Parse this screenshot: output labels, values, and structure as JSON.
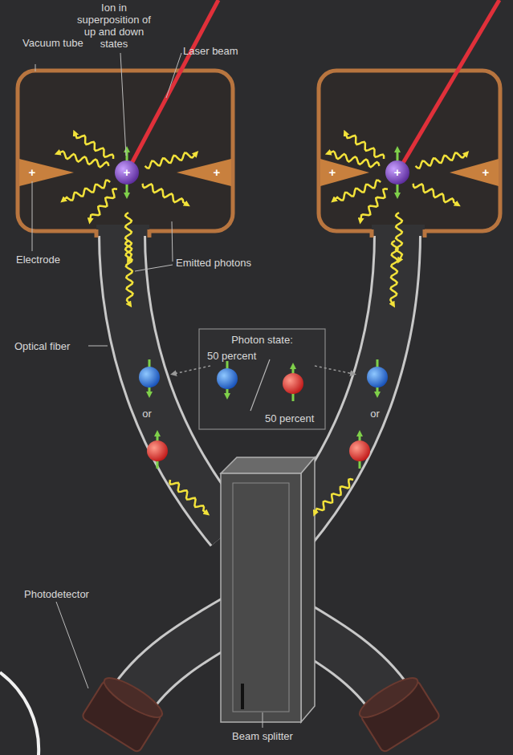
{
  "diagram": {
    "nodes": [
      {
        "text": [
          "Photon state:",
          "50 percent",
          "50 percent"
        ]
      }
    ],
    "labels": [
      "Ion in superposition of up and down states",
      "Vacuum tube",
      "Laser beam",
      "Electrode",
      "Emitted photons",
      "Optical fiber",
      "or",
      "or",
      "Photodetector",
      "Beam splitter",
      "+",
      "+",
      "+",
      "+",
      "+",
      "+"
    ]
  }
}
